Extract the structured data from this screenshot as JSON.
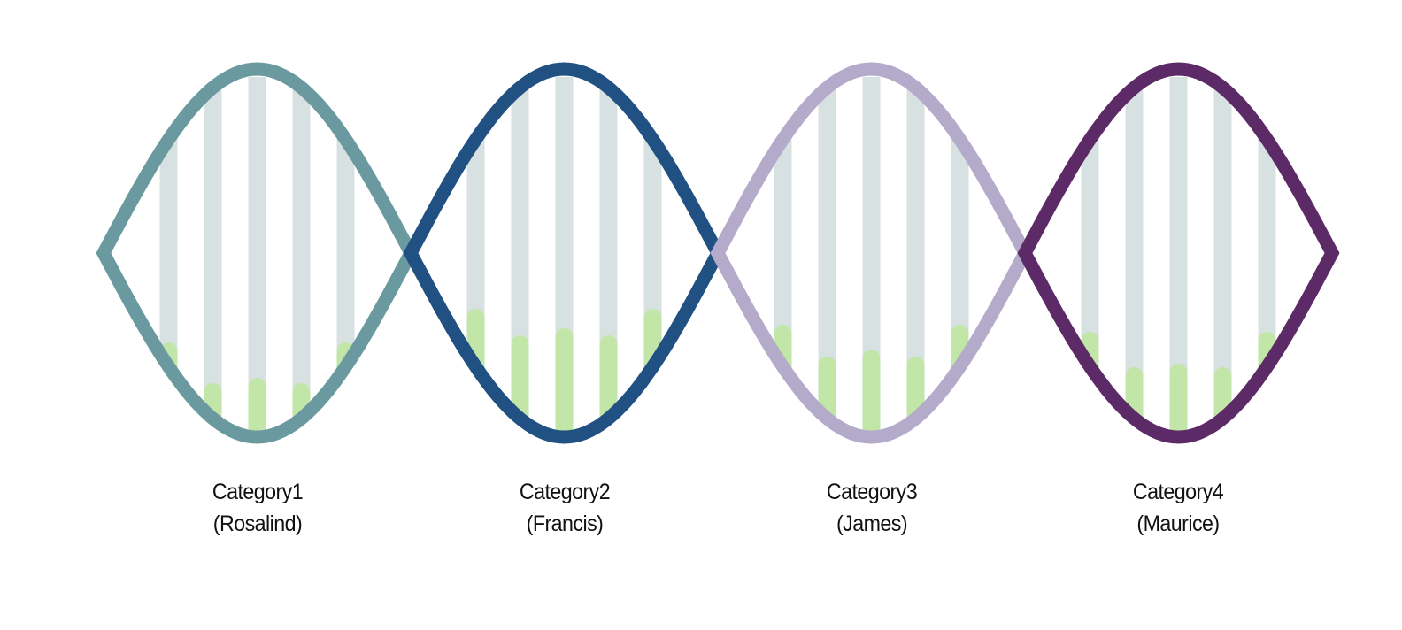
{
  "chart_data": {
    "type": "bar",
    "style": "dna-helix",
    "title": "",
    "xlabel": "",
    "ylabel": "",
    "ylim": [
      0,
      100
    ],
    "grid": false,
    "legend": null,
    "bars_per_category": 5,
    "background_bar_color": "#d8e1e1",
    "value_bar_color": "#c2e5a8",
    "categories": [
      {
        "label": "Category1",
        "sublabel": "(Rosalind)",
        "color": "#6a9aa0",
        "values": [
          25,
          13.5,
          15,
          13.5,
          25
        ]
      },
      {
        "label": "Category2",
        "sublabel": "(Francis)",
        "color": "#215183",
        "values": [
          34.5,
          27,
          29,
          27,
          34.5
        ]
      },
      {
        "label": "Category3",
        "sublabel": "(James)",
        "color": "#b4aaca",
        "values": [
          30,
          21,
          23,
          21,
          30
        ]
      },
      {
        "label": "Category4",
        "sublabel": "(Maurice)",
        "color": "#5c2a66",
        "values": [
          28,
          18,
          19,
          18,
          28
        ]
      }
    ]
  }
}
